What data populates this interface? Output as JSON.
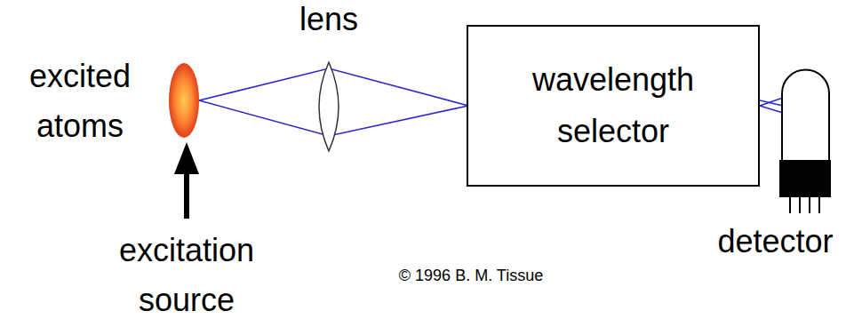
{
  "diagram": {
    "nodes": [
      {
        "text": [
          "wavelength selector"
        ]
      }
    ],
    "labels": [
      "excited atoms",
      "lens",
      "excitation source",
      "detector",
      "© 1996 B. M. Tissue"
    ]
  }
}
